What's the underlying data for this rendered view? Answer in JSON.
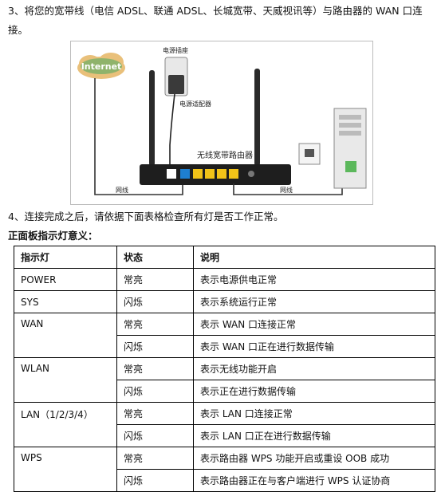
{
  "step3": "3、将您的宽带线（电信 ADSL、联通 ADSL、长城宽带、天威视讯等）与路由器的 WAN 口连接。",
  "diagram": {
    "internet": "Internet",
    "power_socket": "电源插座",
    "power_adapter": "电源适配器",
    "router_label": "无线宽带路由器",
    "cable_left": "网线",
    "cable_right": "网线"
  },
  "step4": "4、连接完成之后，请依据下面表格检查所有灯是否工作正常。",
  "legend_title": "正面板指示灯意义：",
  "table": {
    "headers": [
      "指示灯",
      "状态",
      "说明"
    ],
    "groups": [
      {
        "name": "POWER",
        "rows": [
          {
            "state": "常亮",
            "desc": "表示电源供电正常"
          }
        ]
      },
      {
        "name": "SYS",
        "rows": [
          {
            "state": "闪烁",
            "desc": "表示系统运行正常"
          }
        ]
      },
      {
        "name": "WAN",
        "rows": [
          {
            "state": "常亮",
            "desc": "表示 WAN 口连接正常"
          },
          {
            "state": "闪烁",
            "desc": "表示 WAN 口正在进行数据传输"
          }
        ]
      },
      {
        "name": "WLAN",
        "rows": [
          {
            "state": "常亮",
            "desc": "表示无线功能开启"
          },
          {
            "state": "闪烁",
            "desc": "表示正在进行数据传输"
          }
        ]
      },
      {
        "name": "LAN（1/2/3/4）",
        "rows": [
          {
            "state": "常亮",
            "desc": "表示 LAN 口连接正常"
          },
          {
            "state": "闪烁",
            "desc": "表示 LAN 口正在进行数据传输"
          }
        ]
      },
      {
        "name": "WPS",
        "rows": [
          {
            "state": "常亮",
            "desc": "表示路由器 WPS 功能开启或重设 OOB 成功"
          },
          {
            "state": "闪烁",
            "desc": "表示路由器正在与客户端进行 WPS 认证协商"
          }
        ]
      }
    ]
  }
}
